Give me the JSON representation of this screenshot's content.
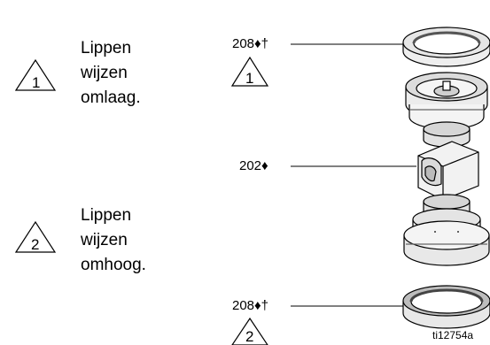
{
  "notes": [
    {
      "marker": "1",
      "line1": "Lippen",
      "line2": "wijzen",
      "line3_bold": "omlaag",
      "line3_rest": "."
    },
    {
      "marker": "2",
      "line1": "Lippen",
      "line2": "wijzen",
      "line3_bold": "omhoog",
      "line3_rest": "."
    }
  ],
  "callouts": {
    "top_seal": {
      "ref": "208♦†",
      "marker": "1"
    },
    "middle_part": {
      "ref": "202♦"
    },
    "bottom_seal": {
      "ref": "208♦†",
      "marker": "2"
    }
  },
  "figure_id": "ti12754a"
}
